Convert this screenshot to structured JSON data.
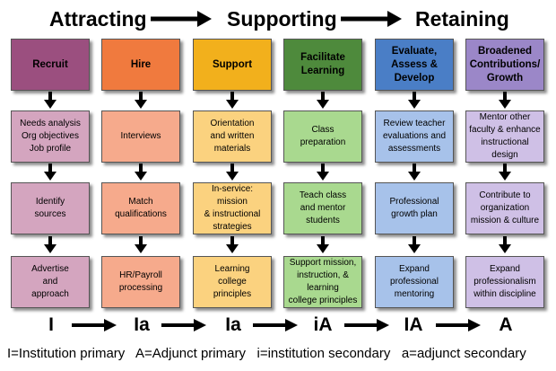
{
  "phases": [
    "Attracting",
    "Supporting",
    "Retaining"
  ],
  "columns": [
    {
      "header": "Recruit",
      "header_color": "#9b4f7f",
      "header_text": "dark",
      "cell_color": "#d4a5bf",
      "items": [
        "Needs analysis\nOrg objectives\nJob profile",
        "Identify\nsources",
        "Advertise\nand\napproach"
      ]
    },
    {
      "header": "Hire",
      "header_color": "#f07a3e",
      "header_text": "dark",
      "cell_color": "#f6aa8c",
      "items": [
        "Interviews",
        "Match\nqualifications",
        "HR/Payroll\nprocessing"
      ]
    },
    {
      "header": "Support",
      "header_color": "#f2b01c",
      "header_text": "dark",
      "cell_color": "#fbd27f",
      "items": [
        "Orientation\nand written\nmaterials",
        "In-service: mission\n& instructional\nstrategies",
        "Learning\ncollege\nprinciples"
      ]
    },
    {
      "header": "Facilitate\nLearning",
      "header_color": "#4e8a3c",
      "header_text": "dark",
      "cell_color": "#a9d98f",
      "items": [
        "Class\npreparation",
        "Teach class\nand mentor\nstudents",
        "Support mission,\ninstruction, & learning\ncollege principles"
      ]
    },
    {
      "header": "Evaluate,\nAssess &\nDevelop",
      "header_color": "#4a7ec6",
      "header_text": "dark",
      "cell_color": "#a7c2ea",
      "items": [
        "Review teacher\nevaluations and\nassessments",
        "Professional\ngrowth plan",
        "Expand\nprofessional\nmentoring"
      ]
    },
    {
      "header": "Broadened\nContributions/\nGrowth",
      "header_color": "#9b87c8",
      "header_text": "dark",
      "cell_color": "#cfc0e6",
      "items": [
        "Mentor other\nfaculty & enhance\ninstructional design",
        "Contribute to\norganization\nmission & culture",
        "Expand\nprofessionalism\nwithin discipline"
      ]
    }
  ],
  "codes": [
    "I",
    "Ia",
    "Ia",
    "iA",
    "IA",
    "A"
  ],
  "legend": [
    "I=Institution primary",
    "A=Adjunct primary",
    "i=institution secondary",
    "a=adjunct secondary"
  ]
}
